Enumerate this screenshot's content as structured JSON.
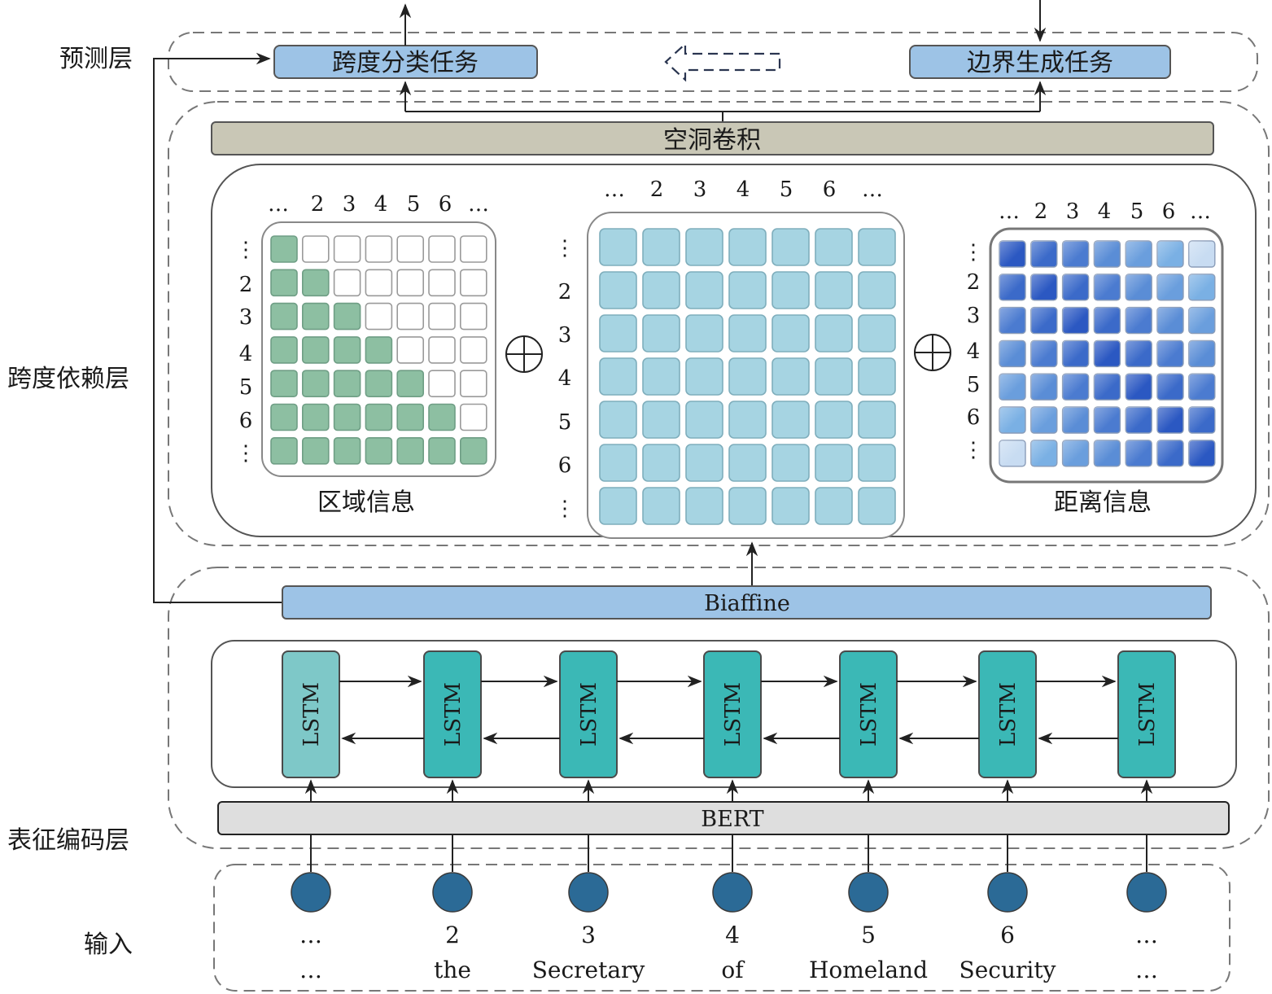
{
  "layers": {
    "prediction": "预测层",
    "span_dependency": "跨度依赖层",
    "representation": "表征编码层",
    "input": "输入"
  },
  "prediction": {
    "span_task": "跨度分类任务",
    "boundary_task": "边界生成任务"
  },
  "dilated_conv": "空洞卷积",
  "matrices": {
    "region_label": "区域信息",
    "distance_label": "距离信息",
    "col_headers": [
      "…",
      "2",
      "3",
      "4",
      "5",
      "6",
      "…"
    ],
    "row_headers": [
      "⋮",
      "2",
      "3",
      "4",
      "5",
      "6",
      "⋮"
    ],
    "operator": "⊕"
  },
  "biaffine": "Biaffine",
  "bert": "BERT",
  "lstm_label": "LSTM",
  "tokens": {
    "indices": [
      "…",
      "2",
      "3",
      "4",
      "5",
      "6",
      "…"
    ],
    "words": [
      "…",
      "the",
      "Secretary",
      "of",
      "Homeland",
      "Security",
      "…"
    ]
  },
  "colors": {
    "task_box": "#9dc3e6",
    "dilated_conv": "#c9c7b6",
    "region_cell": "#8dbfa2",
    "middle_cell": "#a6d4e2",
    "distance_dark": "#2b58c2",
    "lstm_first": "#7ec8c8",
    "lstm": "#3bb8b6",
    "bert": "#dedede",
    "token_node": "#2b6a96"
  }
}
